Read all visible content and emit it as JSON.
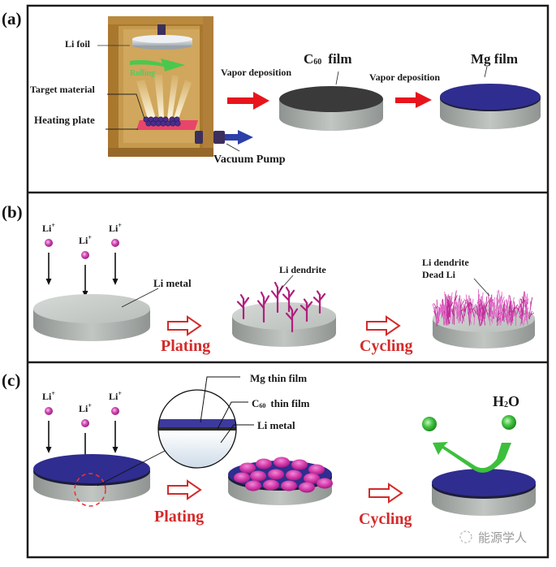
{
  "figure": {
    "colors": {
      "frame": "#1c1c1c",
      "chamber": "#b8893c",
      "chamber_inner": "#c79a4d",
      "heating_plate": "#e8456a",
      "target_beads": "#4b2e8c",
      "red_arrow": "#e8141c",
      "red_text": "#d42a2a",
      "pump_arrow": "#2d3fa8",
      "rolling_arrow": "#3ecf4a",
      "li_disk_side": "#a9aeab",
      "li_disk_top": "#c9ceca",
      "c60_top": "#3a3a3a",
      "mg_top": "#2f2d8f",
      "li_ion": "#c23aa8",
      "dendrite": "#b0207e",
      "water": "#3cbf3c"
    }
  },
  "panel_a": {
    "label": "(a)",
    "li_foil": "Li foil",
    "rolling": "Rolling",
    "target_material": "Target material",
    "heating_plate": "Heating plate",
    "vacuum_pump": "Vacuum Pump",
    "step1": "Vapor deposition",
    "c60_film_c": "C",
    "c60_film_sub": "60",
    "c60_film_rest": "film",
    "step2": "Vapor deposition",
    "mg_film": "Mg film"
  },
  "panel_b": {
    "label": "(b)",
    "ions": [
      "Li+",
      "Li+",
      "Li+"
    ],
    "li_metal": "Li metal",
    "plating": "Plating",
    "li_dendrite": "Li dendrite",
    "cycling": "Cycling",
    "li_dendrite_2": "Li dendrite",
    "dead_li": "Dead Li"
  },
  "panel_c": {
    "label": "(c)",
    "ions": [
      "Li+",
      "Li+",
      "Li+"
    ],
    "mg_thin_film": "Mg thin film",
    "c60_thin_film_c": "C",
    "c60_thin_film_sub": "60",
    "c60_thin_film_rest": "thin film",
    "li_metal": "Li metal",
    "plating": "Plating",
    "cycling": "Cycling",
    "h2o_h": "H",
    "h2o_sub": "2",
    "h2o_o": "O"
  },
  "watermark": "能源学人"
}
